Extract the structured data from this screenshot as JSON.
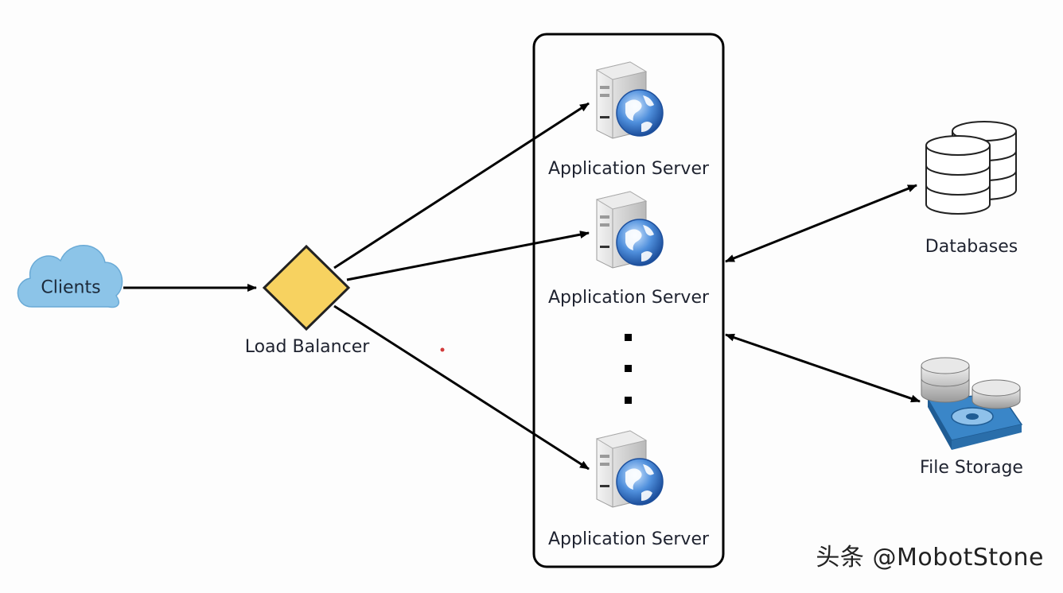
{
  "nodes": {
    "clients": "Clients",
    "load_balancer": "Load Balancer",
    "app_servers": [
      "Application Server",
      "Application Server",
      "Application Server"
    ],
    "databases": "Databases",
    "file_storage": "File Storage"
  },
  "watermark": "头条 @MobotStone",
  "colors": {
    "cloud": "#8cc4e8",
    "diamond": "#f7d260",
    "edges": "#000000",
    "server_body": "#d9d9d9",
    "globe": "#3f7fd0"
  },
  "icons": [
    "cloud-icon",
    "diamond-icon",
    "server-globe-icon",
    "database-icon",
    "file-storage-icon"
  ]
}
